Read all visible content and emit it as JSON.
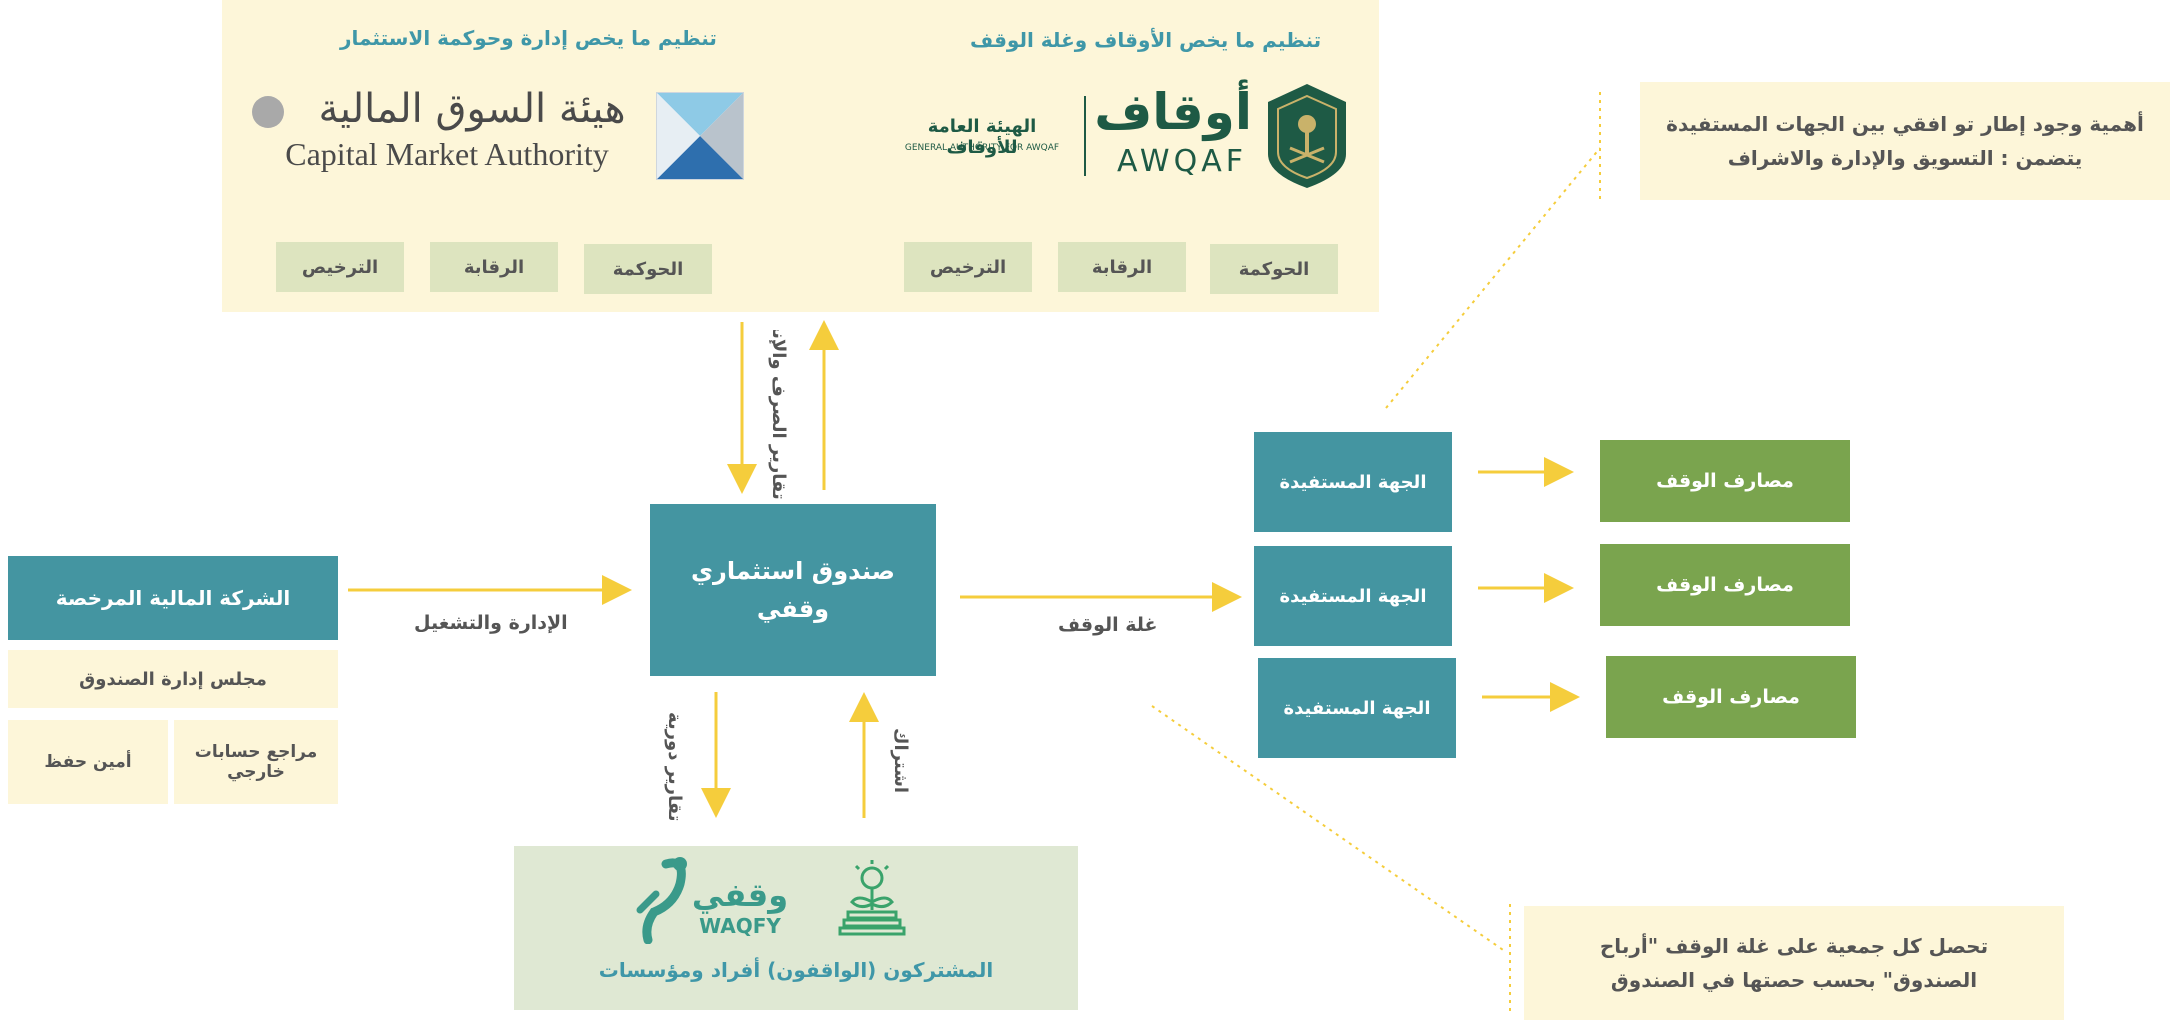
{
  "regulators": {
    "awqaf": {
      "heading": "تنظيم ما يخص الأوقاف وغلة الوقف",
      "logo_ar": "أوقاف",
      "logo_en": "AWQAF",
      "org_name_ar": "الهيئة العامة للأوقاف",
      "org_name_en": "GENERAL AUTHORITY FOR AWQAF",
      "chips": [
        "الحوكمة",
        "الرقابة",
        "الترخيص"
      ]
    },
    "cma": {
      "heading": "تنظيم ما يخص إدارة وحوكمة الاستثمار",
      "org_name_ar": "هيئة السوق المالية",
      "org_name_en": "Capital Market Authority",
      "chips": [
        "الحوكمة",
        "الرقابة",
        "الترخيص"
      ]
    }
  },
  "fund": {
    "line1": "صندوق استثماري",
    "line2": "وقفي"
  },
  "company": {
    "title": "الشركة المالية المرخصة",
    "board": "مجلس إدارة الصندوق",
    "auditor": "مراجع حسابات خارجي",
    "custodian": "أمين حفظ"
  },
  "arrows": {
    "management": "الإدارة والتشغيل",
    "spending_reports": "تقارير الصرف والإنجاز",
    "periodic_reports": "تقارير دورية",
    "subscription": "اشتراك",
    "waqf_yield": "غلة الوقف"
  },
  "subscribers": {
    "waqfy_ar": "وقفي",
    "waqfy_en": "WAQFY",
    "caption": "المشتركون (الواقفون) أفراد ومؤسسات"
  },
  "beneficiaries": [
    "الجهة المستفيدة",
    "الجهة المستفيدة",
    "الجهة المستفيدة"
  ],
  "expenses": [
    "مصارف الوقف",
    "مصارف الوقف",
    "مصارف الوقف"
  ],
  "notes": {
    "top": "أهمية وجود إطار تو افقي بين الجهات المستفيدة يتضمن : التسويق والإدارة والاشراف",
    "bottom": "تحصل كل جمعية على غلة الوقف \"أرباح الصندوق\" بحسب حصتها في الصندوق"
  },
  "colors": {
    "teal": "#4495a1",
    "green": "#7aa44e",
    "cream": "#fdf6d9",
    "chip": "#dde4bf",
    "arrow": "#f5cd3c",
    "heading": "#3f97a8",
    "awqaf_green": "#1e5a45"
  }
}
